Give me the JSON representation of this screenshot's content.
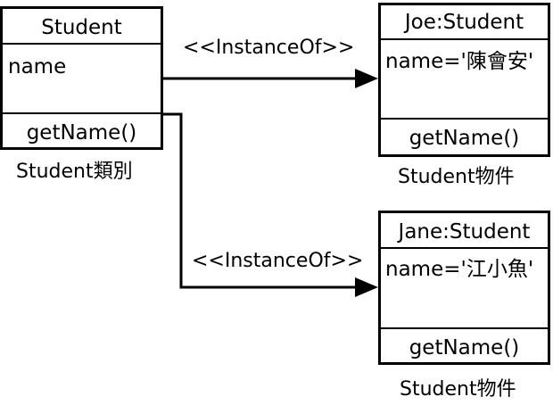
{
  "class_box": {
    "name": "Student",
    "attribute": "name",
    "method": "getName()",
    "caption": "Student類別"
  },
  "object_joe": {
    "name": "Joe:Student",
    "attribute": "name='陳會安'",
    "method": "getName()",
    "caption": "Student物件"
  },
  "object_jane": {
    "name": "Jane:Student",
    "attribute": "name='江小魚'",
    "method": "getName()",
    "caption": "Student物件"
  },
  "relations": {
    "top_label": "<<InstanceOf>>",
    "bottom_label": "<<InstanceOf>>"
  }
}
